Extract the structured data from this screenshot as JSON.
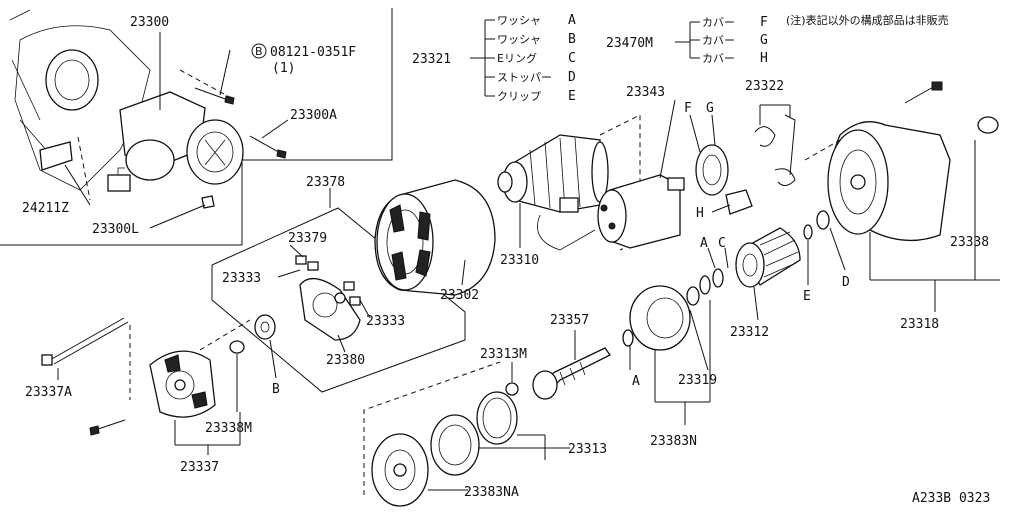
{
  "callouts": {
    "p23300": "23300",
    "bolt_spec": "08121-0351F",
    "bolt_spec_circle": "B",
    "bolt_qty": "(1)",
    "p23300A": "23300A",
    "p24211Z": "24211Z",
    "p23300L": "23300L",
    "p23321": "23321",
    "p23470M": "23470M",
    "p23343": "23343",
    "p23322": "23322",
    "p23378": "23378",
    "p23379": "23379",
    "p23333a": "23333",
    "p23333b": "23333",
    "p23380": "23380",
    "p23302": "23302",
    "p23310": "23310",
    "p23312": "23312",
    "p23318": "23318",
    "p23338": "23338",
    "p23337A": "23337A",
    "p23338M": "23338M",
    "p23337": "23337",
    "p23357": "23357",
    "p23313M": "23313M",
    "p23319": "23319",
    "p23383N": "23383N",
    "p23313": "23313",
    "p23383NA": "23383NA",
    "code": "A233B 0323"
  },
  "legend_23321": [
    {
      "name": "ワッシャ",
      "letter": "A"
    },
    {
      "name": "ワッシャ",
      "letter": "B"
    },
    {
      "name": "Eリング",
      "letter": "C"
    },
    {
      "name": "ストッパー",
      "letter": "D"
    },
    {
      "name": "クリップ",
      "letter": "E"
    }
  ],
  "legend_23470M": [
    {
      "name": "カバー",
      "letter": "F"
    },
    {
      "name": "カバー",
      "letter": "G"
    },
    {
      "name": "カバー",
      "letter": "H"
    }
  ],
  "note": "(注)表記以外の構成部品は非販売",
  "letters": {
    "F": "F",
    "G": "G",
    "H": "H",
    "A1": "A",
    "A2": "A",
    "B": "B",
    "C": "C",
    "D": "D",
    "E": "E"
  }
}
